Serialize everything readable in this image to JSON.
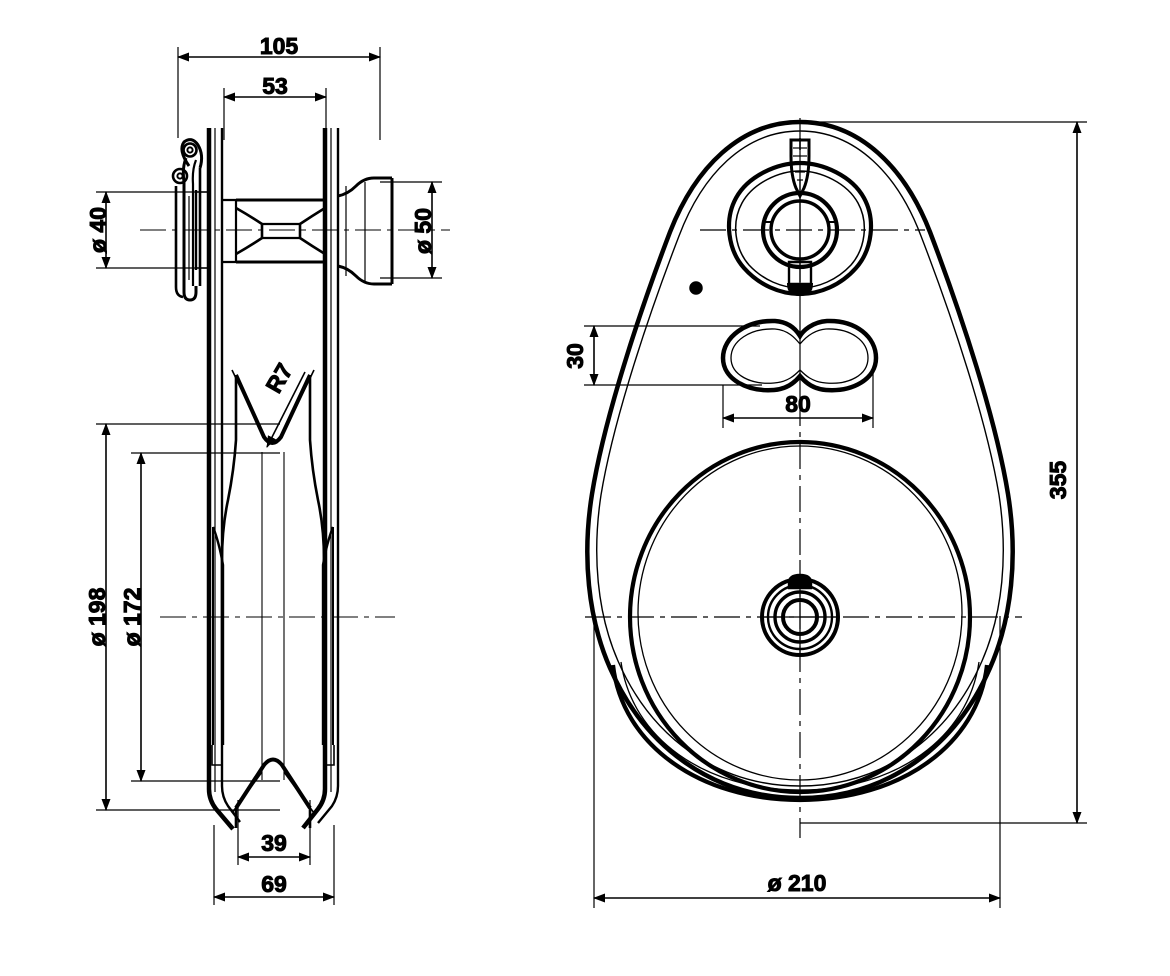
{
  "drawing": {
    "title": "Snatch block / sheave assembly technical drawing",
    "type": "engineering-drawing",
    "units": "mm",
    "line_color": "#000000",
    "background_color": "#ffffff",
    "views": [
      {
        "name": "side-elevation-view",
        "position": "left"
      },
      {
        "name": "front-elevation-view",
        "position": "right"
      }
    ]
  },
  "dimensions": {
    "left_view": [
      {
        "name": "overall-width",
        "label": "105",
        "orientation": "horizontal",
        "position": "top"
      },
      {
        "name": "sheave-hub-width",
        "label": "53",
        "orientation": "horizontal",
        "position": "top"
      },
      {
        "name": "bore-diameter",
        "label": "ø 40",
        "orientation": "vertical",
        "position": "left"
      },
      {
        "name": "axle-boss-diameter",
        "label": "ø 50",
        "orientation": "vertical",
        "position": "right"
      },
      {
        "name": "groove-radius",
        "label": "R7",
        "orientation": "leader",
        "position": "center"
      },
      {
        "name": "sheave-outer-diameter",
        "label": "ø 198",
        "orientation": "vertical",
        "position": "left"
      },
      {
        "name": "sheave-groove-diameter",
        "label": "ø 172",
        "orientation": "vertical",
        "position": "left"
      },
      {
        "name": "groove-width",
        "label": "39",
        "orientation": "horizontal",
        "position": "bottom"
      },
      {
        "name": "body-width",
        "label": "69",
        "orientation": "horizontal",
        "position": "bottom"
      }
    ],
    "right_view": [
      {
        "name": "becket-slot-height",
        "label": "30",
        "orientation": "vertical",
        "position": "left"
      },
      {
        "name": "becket-slot-width",
        "label": "80",
        "orientation": "horizontal",
        "position": "center"
      },
      {
        "name": "overall-height",
        "label": "355",
        "orientation": "vertical",
        "position": "right"
      },
      {
        "name": "sheave-plate-diameter",
        "label": "ø 210",
        "orientation": "horizontal",
        "position": "bottom"
      }
    ]
  }
}
